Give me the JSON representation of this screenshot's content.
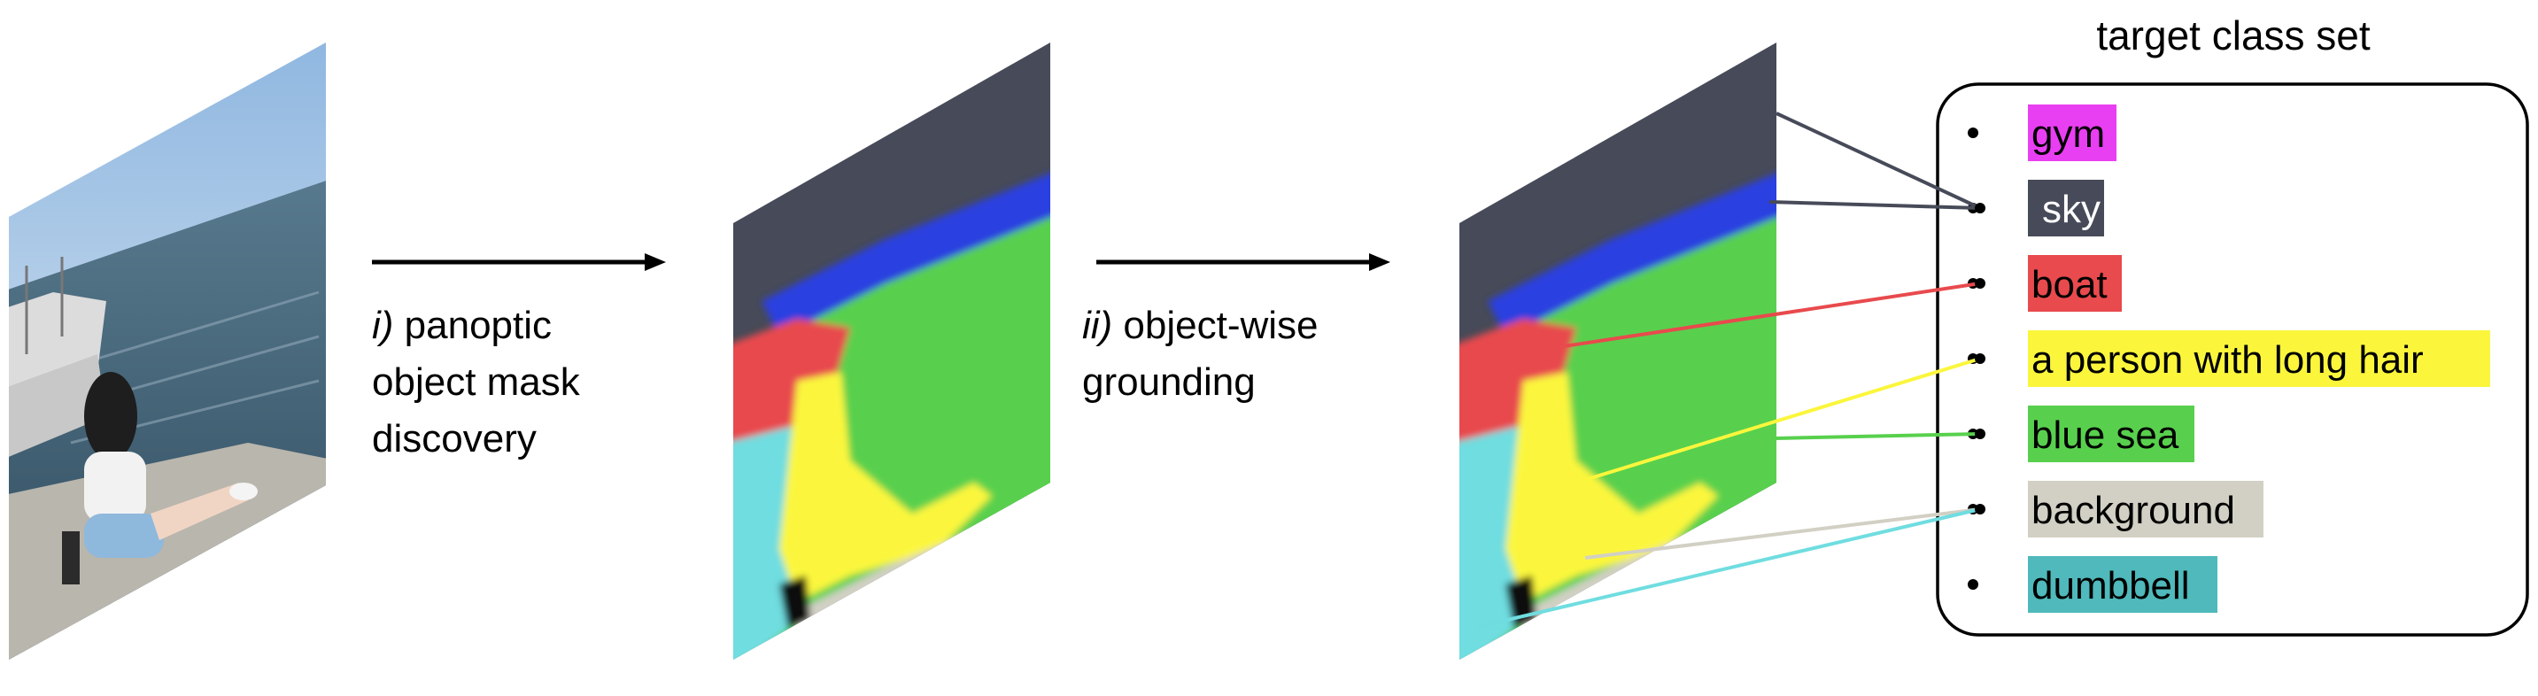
{
  "steps": [
    {
      "italic": "i)",
      "lines": [
        " panoptic",
        "object mask",
        "discovery"
      ]
    },
    {
      "italic": "ii)",
      "lines": [
        " object-wise",
        "grounding"
      ]
    }
  ],
  "class_set": {
    "title": "target class set",
    "items": [
      {
        "label": "gym",
        "color": "#e93ff2",
        "text_color": "#000000"
      },
      {
        "label": "sky",
        "color": "#474a58",
        "text_color": "#ffffff"
      },
      {
        "label": "boat",
        "color": "#e84a4d",
        "text_color": "#000000"
      },
      {
        "label": "a person with long hair",
        "color": "#fbf63c",
        "text_color": "#000000"
      },
      {
        "label": "blue sea",
        "color": "#58d04d",
        "text_color": "#000000"
      },
      {
        "label": "background",
        "color": "#d2d0c4",
        "text_color": "#000000"
      },
      {
        "label": "dumbbell",
        "color": "#4fb9bb",
        "text_color": "#000000"
      }
    ]
  },
  "palette": {
    "sky_photo": "#c9dff0",
    "sea_photo": "#3d5a6e",
    "pier": "#b9b6ad",
    "person": "#fbf63c",
    "sea_mask": "#58d04d",
    "sky_mask": "#474a58",
    "blue": "#2a3fe0",
    "boat": "#e84a4d",
    "cyan": "#6fdde0",
    "background": "#d2d0c4",
    "arrow": "#000000"
  }
}
